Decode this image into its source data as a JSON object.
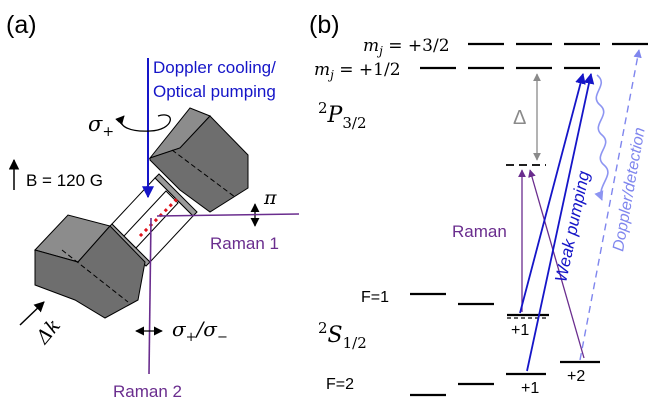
{
  "panel_a": {
    "label": "(a)",
    "doppler_line1": "Doppler cooling/",
    "doppler_line2": "Optical pumping",
    "sigma_plus": "σ",
    "sigma_plus_sub": "+",
    "b_field": "B = 120 G",
    "pi_label": "π",
    "raman1": "Raman 1",
    "raman2": "Raman 2",
    "sigma_pm": "σ",
    "sigma_pm_sub1": "+",
    "sigma_pm_mid": "/σ",
    "sigma_pm_sub2": "−",
    "delta_k": "Δk"
  },
  "panel_b": {
    "label": "(b)",
    "mj_32_prefix": "m",
    "mj_32_sub": "j",
    "mj_32_value": " = +3/2",
    "mj_12_prefix": "m",
    "mj_12_sub": "j",
    "mj_12_value": " = +1/2",
    "p_state_sup": "2",
    "p_state_main": "P",
    "p_state_sub": "3/2",
    "s_state_sup": "2",
    "s_state_main": "S",
    "s_state_sub": "1/2",
    "delta": "Δ",
    "raman": "Raman",
    "weak_pumping": "Weak pumping",
    "doppler_detection": "Doppler/detection",
    "f1": "F=1",
    "f2": "F=2",
    "plus1_upper": "+1",
    "plus1_lower": "+1",
    "plus2": "+2"
  },
  "colors": {
    "blue": "#1515c8",
    "purple": "#6a2d8e",
    "light_blue": "#7f86ee",
    "gray": "#8a8a8a",
    "wavy": "#8d95f2",
    "red": "#e0141c",
    "electrode_face": "#6e6e6e",
    "electrode_side": "#8c8c8c",
    "rod": "#9a9a9a"
  }
}
